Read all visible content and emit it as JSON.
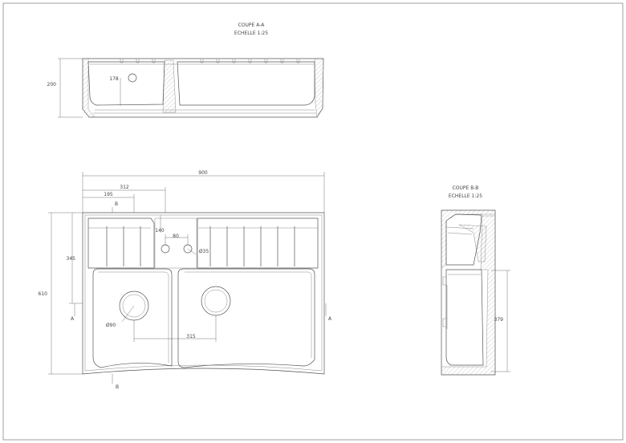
{
  "section_aa": {
    "title": "COUPE A-A",
    "scale": "ECHELLE 1:25"
  },
  "section_bb": {
    "title": "COUPE B-B",
    "scale": "ECHELLE 1:25"
  },
  "dims": {
    "top_height": "200",
    "top_hole": "178",
    "overall_width": "900",
    "d312": "312",
    "d195": "195",
    "d140": "140",
    "d80": "80",
    "tap_dia": "Ø35",
    "drain_dia": "Ø90",
    "drain_spacing": "315",
    "depth_345": "345",
    "depth_610": "610",
    "side_379": "379"
  },
  "markers": {
    "a_left": "A",
    "a_right": "A",
    "b_top": "B",
    "b_bottom": "B"
  }
}
